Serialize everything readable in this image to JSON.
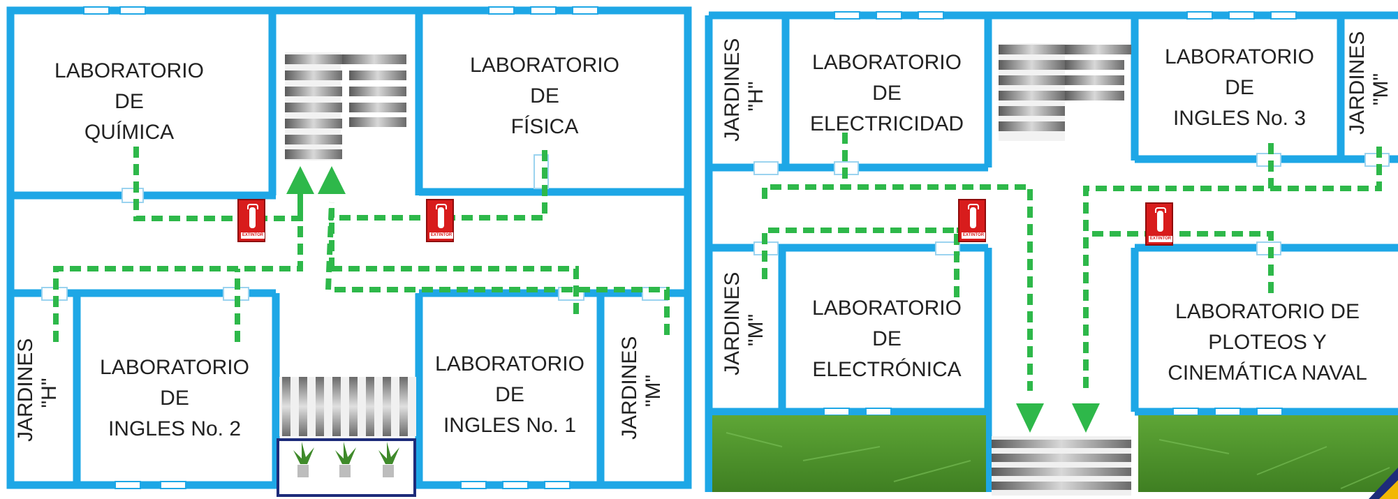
{
  "plans": [
    {
      "rooms": [
        {
          "label": "LABORATORIO\nDE\nQUÍMICA"
        },
        {
          "label": "LABORATORIO\nDE\nFÍSICA"
        },
        {
          "label": "LABORATORIO\nDE\nINGLES No. 2"
        },
        {
          "label": "LABORATORIO\nDE\nINGLES No. 1"
        }
      ],
      "gardens": [
        {
          "label": "JARDINES\n\"H\""
        },
        {
          "label": "JARDINES\n\"M\""
        }
      ]
    },
    {
      "rooms": [
        {
          "label": "LABORATORIO\nDE\nELECTRICIDAD"
        },
        {
          "label": "LABORATORIO\nDE\nINGLES No. 3"
        },
        {
          "label": "LABORATORIO\nDE\nELECTRÓNICA"
        },
        {
          "label": "LABORATORIO  DE\nPLOTEOS Y\nCINEMÁTICA NAVAL"
        }
      ],
      "gardens": [
        {
          "label": "JARDINES\n\"H\""
        },
        {
          "label": "JARDINES\n\"M\""
        },
        {
          "label": "JARDINES\n\"M\""
        }
      ]
    }
  ],
  "extinguisher_label": "EXTINTOR",
  "colors": {
    "wall": "#1ea7e6",
    "route": "#2eb84a",
    "extinguisher": "#d81c1c",
    "grass": "#4f9a2c"
  },
  "icons": [
    "fire-extinguisher-icon",
    "exit-arrow-icon",
    "stairs-icon",
    "plant-icon"
  ]
}
